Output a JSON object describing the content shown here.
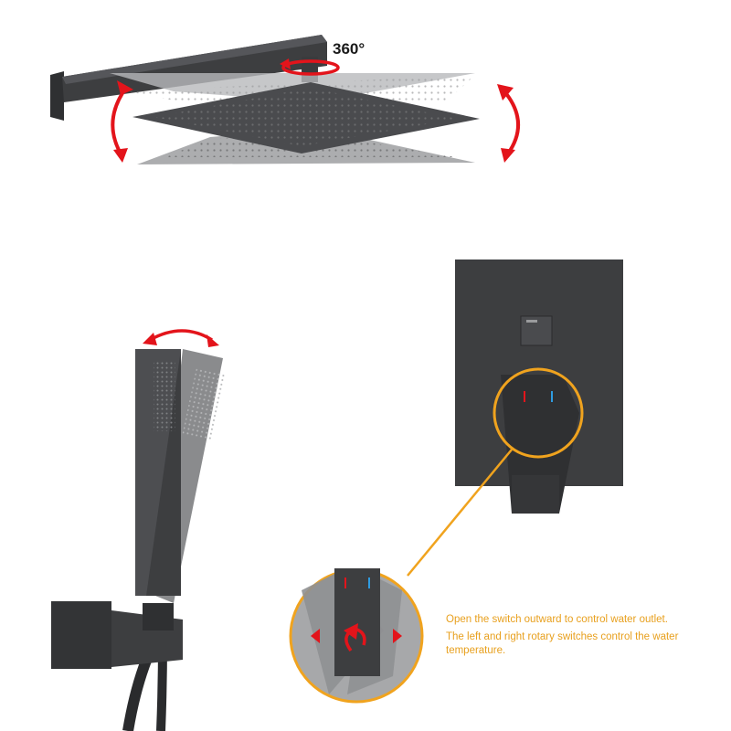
{
  "rotation_label": "360°",
  "captions": {
    "switch_outward": "Open the switch outward to control water outlet.",
    "rotary_temperature": "The left and right rotary switches control the water temperature."
  },
  "colors": {
    "fixture": "#3d3e40",
    "fixture_light": "#8a8b8d",
    "arrow": "#e3141b",
    "highlight": "#f0a31e",
    "hot_mark": "#e3141b",
    "cold_mark": "#2f9be0"
  },
  "icons": [
    "rotate-360-arrow-icon",
    "tilt-arrow-icon",
    "swivel-arrow-icon",
    "rotate-switch-arrow-icon",
    "left-arrow-icon",
    "right-arrow-icon"
  ]
}
